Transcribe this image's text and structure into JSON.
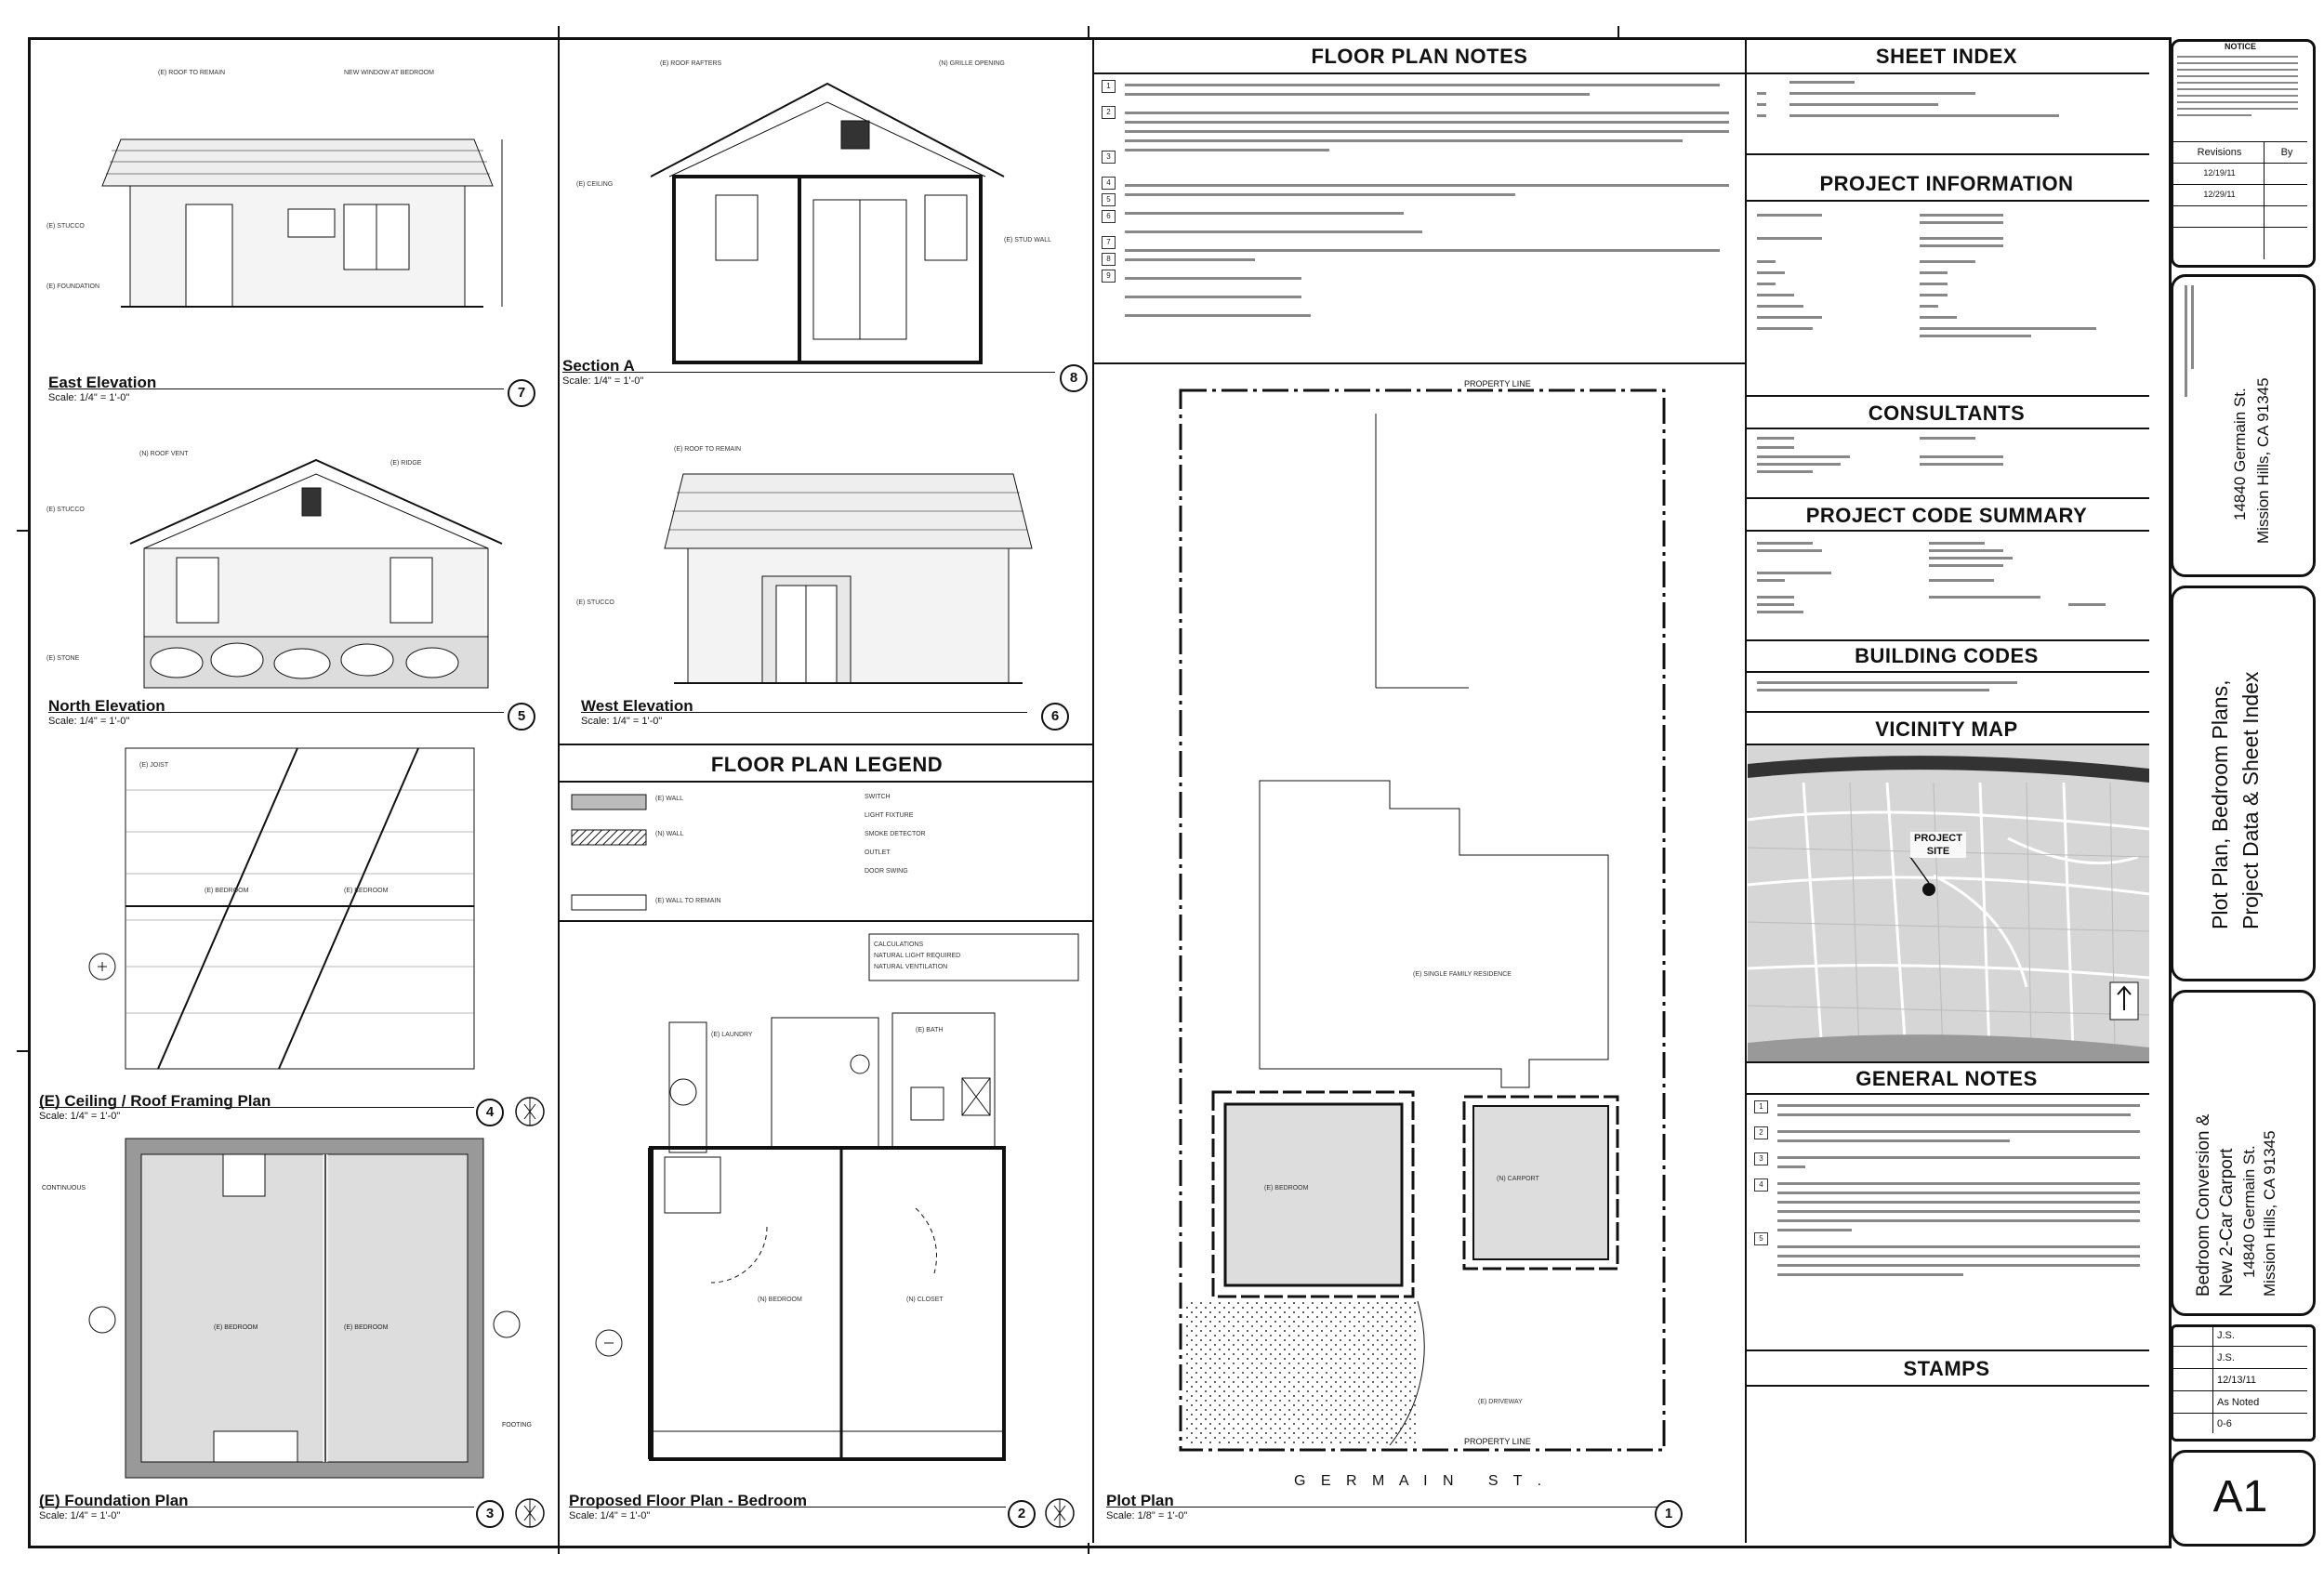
{
  "drawings": {
    "east_elevation": {
      "title": "East Elevation",
      "scale": "Scale: 1/4\" = 1'-0\"",
      "number": "7"
    },
    "section_a": {
      "title": "Section A",
      "scale": "Scale: 1/4\" = 1'-0\"",
      "number": "8"
    },
    "north_elevation": {
      "title": "North Elevation",
      "scale": "Scale: 1/4\" = 1'-0\"",
      "number": "5"
    },
    "west_elevation": {
      "title": "West Elevation",
      "scale": "Scale: 1/4\" = 1'-0\"",
      "number": "6"
    },
    "ceiling_plan": {
      "title": "(E) Ceiling / Roof Framing Plan",
      "scale": "Scale: 1/4\" = 1'-0\"",
      "number": "4"
    },
    "foundation_plan": {
      "title": "(E) Foundation Plan",
      "scale": "Scale: 1/4\" = 1'-0\"",
      "number": "3"
    },
    "floor_plan": {
      "title": "Proposed Floor Plan - Bedroom",
      "scale": "Scale: 1/4\" = 1'-0\"",
      "number": "2"
    },
    "plot_plan": {
      "title": "Plot Plan",
      "scale": "Scale: 1/8\" = 1'-0\"",
      "number": "1",
      "street": "G E R M A I N   S T .",
      "property_line": "PROPERTY LINE"
    }
  },
  "sections": {
    "floor_plan_notes": "FLOOR PLAN NOTES",
    "floor_plan_legend": "FLOOR PLAN LEGEND",
    "sheet_index": "SHEET INDEX",
    "project_information": "PROJECT INFORMATION",
    "consultants": "CONSULTANTS",
    "project_code_summary": "PROJECT CODE SUMMARY",
    "building_codes": "BUILDING CODES",
    "vicinity_map": "VICINITY MAP",
    "general_notes": "GENERAL NOTES",
    "stamps": "STAMPS"
  },
  "vicinity": {
    "site_label": "PROJECT SITE"
  },
  "title_block": {
    "notice_title": "NOTICE",
    "revisions_label": "Revisions",
    "by_label": "By",
    "revisions": [
      "12/19/11",
      "12/29/11"
    ],
    "address_line1": "14840 Germain St.",
    "address_line2": "Mission Hills, CA 91345",
    "sheet_title_line1": "Plot Plan, Bedroom Plans,",
    "sheet_title_line2": "Project Data & Sheet Index",
    "project_line1": "Bedroom Conversion &",
    "project_line2": "New 2-Car Carport",
    "project_line3": "14840 Germain St.",
    "project_line4": "Mission Hills, CA 91345",
    "drawn_by": "J.S.",
    "checked_by": "J.S.",
    "date": "12/13/11",
    "scale": "As Noted",
    "job": "0-6",
    "sheet": "A1"
  }
}
